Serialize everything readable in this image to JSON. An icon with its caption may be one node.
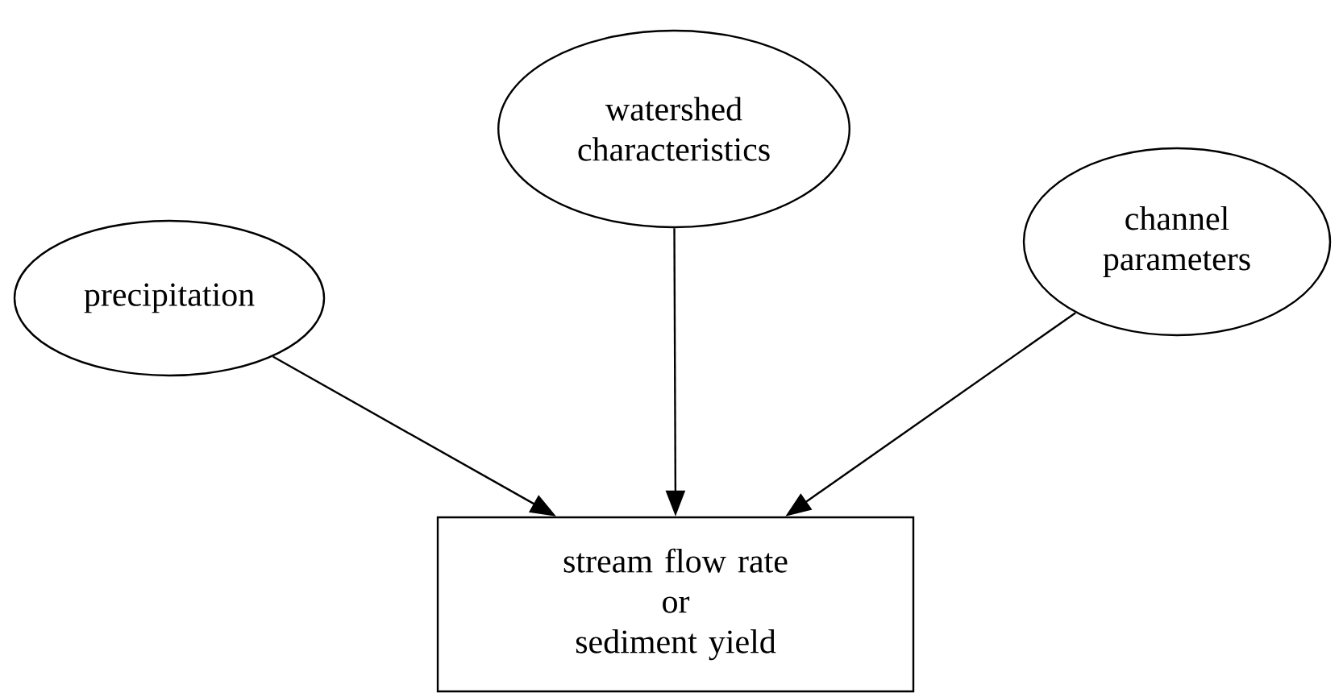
{
  "diagram": {
    "nodes": [
      {
        "text": [
          "precipitation"
        ]
      },
      {
        "text": [
          "watershed characteristics"
        ]
      },
      {
        "text": [
          "channel parameters"
        ]
      },
      {
        "text": [
          "stream flow rate",
          "or",
          "sediment yield"
        ]
      }
    ],
    "edges": [
      {
        "from": 0,
        "to": 3,
        "arrow": "to"
      },
      {
        "from": 1,
        "to": 3,
        "arrow": "to"
      },
      {
        "from": 2,
        "to": 3,
        "arrow": "to"
      }
    ]
  }
}
